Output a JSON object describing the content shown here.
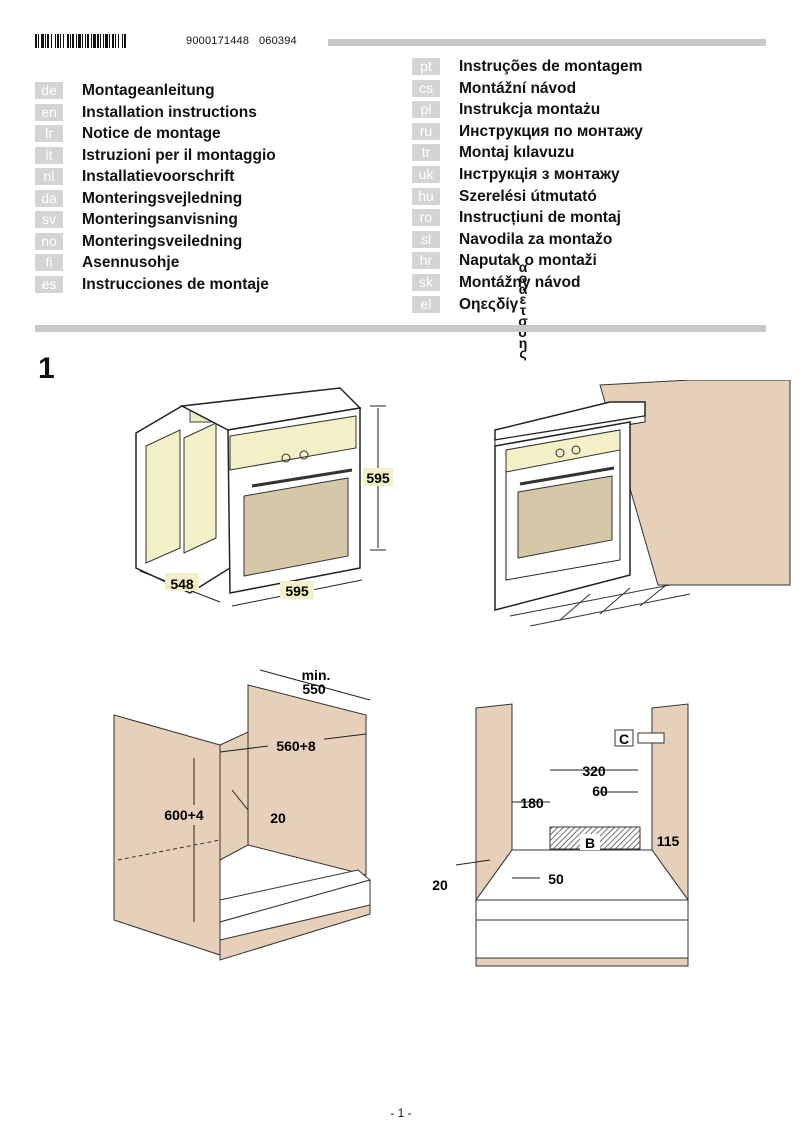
{
  "header": {
    "doc_number": "9000171448",
    "doc_code": "060394"
  },
  "languages_left": [
    {
      "code": "de",
      "label": "Montageanleitung"
    },
    {
      "code": "en",
      "label": "Installation instructions"
    },
    {
      "code": "fr",
      "label": "Notice de montage"
    },
    {
      "code": "it",
      "label": "Istruzioni per il montaggio"
    },
    {
      "code": "nl",
      "label": "Installatievoorschrift"
    },
    {
      "code": "da",
      "label": "Monteringsvejledning"
    },
    {
      "code": "sv",
      "label": "Monteringsanvisning"
    },
    {
      "code": "no",
      "label": "Monteringsveiledning"
    },
    {
      "code": "fi",
      "label": "Asennusohje"
    },
    {
      "code": "es",
      "label": "Instrucciones de montaje"
    }
  ],
  "languages_right": [
    {
      "code": "pt",
      "label": "Instruções de montagem"
    },
    {
      "code": "cs",
      "label": "Montážní návod"
    },
    {
      "code": "pl",
      "label": "Instrukcja montażu"
    },
    {
      "code": "ru",
      "label": "Инструкция по монтажу"
    },
    {
      "code": "tr",
      "label": "Montaj kılavuzu"
    },
    {
      "code": "uk",
      "label": "Інструкція з монтажу"
    },
    {
      "code": "hu",
      "label": " Szerelési útmutató"
    },
    {
      "code": "ro",
      "label": "Instrucțiuni de montaj"
    },
    {
      "code": "sl",
      "label": "Navodila za montažo"
    },
    {
      "code": "hr",
      "label": "Naputak o montaži"
    },
    {
      "code": "sk",
      "label": "Montážny návod"
    },
    {
      "code": "el",
      "label": "Οηεςδίγ"
    }
  ],
  "vertical_chars": [
    "α",
    "ο",
    "α",
    "ε",
    "τ",
    "σ",
    "σ",
    "η",
    "ς"
  ],
  "section": {
    "number": "1"
  },
  "dims": {
    "oven_height": "595",
    "oven_depth": "548",
    "oven_width": "595",
    "min_label": "min.",
    "min_value": "550",
    "niche_width": "560+8",
    "niche_height": "600+4",
    "gap_20a": "20",
    "gap_20b": "20",
    "d_320": "320",
    "d_60": "60",
    "d_180": "180",
    "d_115": "115",
    "d_50": "50",
    "label_b": "B",
    "label_c": "C"
  },
  "footer": {
    "page": "- 1 -"
  }
}
